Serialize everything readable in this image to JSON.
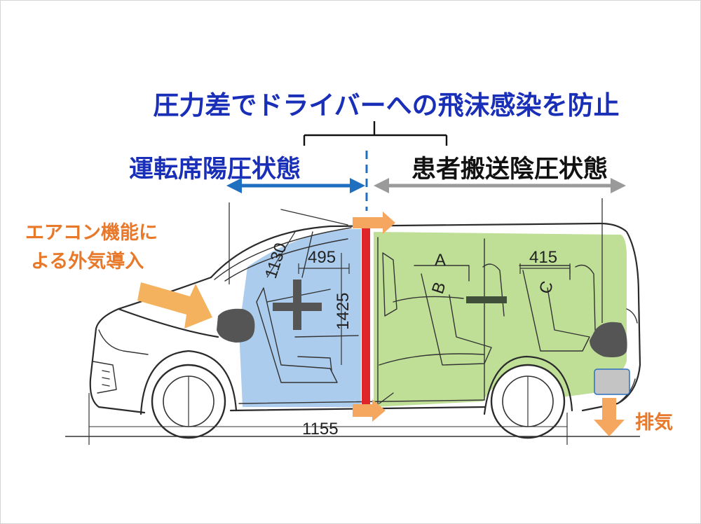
{
  "title": "圧力差でドライバーへの飛沫感染を防止",
  "zones": {
    "driver": "運転席陽圧状態",
    "patient": "患者搬送陰圧状態"
  },
  "intake": {
    "line1": "エアコン機能に",
    "line2": "よる外気導入"
  },
  "exhaust": "排気",
  "dimensions": {
    "d1130": "1130",
    "d495": "495",
    "d1425": "1425",
    "d415": "415",
    "length": "1155"
  },
  "seats": {
    "a": "A",
    "b": "B",
    "c": "C"
  },
  "colors": {
    "title_blue": "#1a2fb8",
    "driver_zone": "#9ec3ea",
    "patient_zone": "#b8dc8c",
    "partition": "#e0252a",
    "arrow_blue": "#1f6fc0",
    "arrow_gray": "#9a9a9a",
    "airflow_orange": "#f5a760"
  }
}
